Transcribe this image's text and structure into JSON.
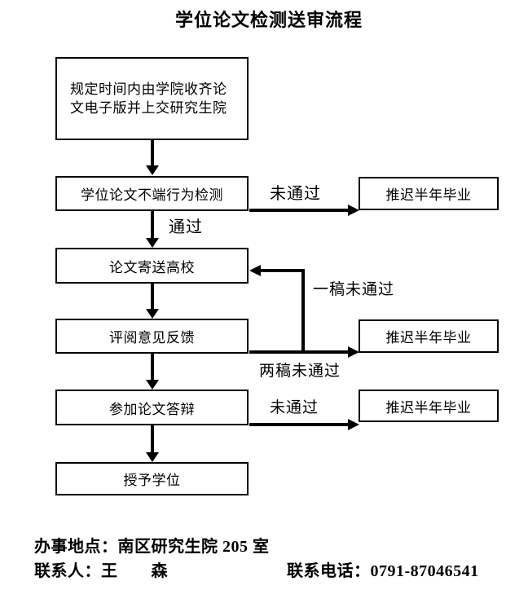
{
  "title": "学位论文检测送审流程",
  "nodes": {
    "collect": "规定时间内由学院收齐论文电子版并上交研究生院",
    "misconduct_check": "学位论文不端行为检测",
    "send_to_universities": "论文寄送高校",
    "review_feedback": "评阅意见反馈",
    "thesis_defense": "参加论文答辩",
    "confer_degree": "授予学位"
  },
  "delay_boxes": [
    "推迟半年毕业",
    "推迟半年毕业",
    "推迟半年毕业"
  ],
  "edge_labels": {
    "fail_check": "未通过",
    "pass": "通过",
    "first_draft_fail": "一稿未通过",
    "second_draft_fail": "两稿未通过",
    "fail_defense": "未通过"
  },
  "footer": {
    "office_location": "办事地点：南区研究生院 205 室",
    "contact_person": "联系人：王　　森",
    "contact_phone": "联系电话：0791-87046541"
  },
  "colors": {
    "line": "#000000",
    "background": "#ffffff",
    "text": "#000000"
  }
}
